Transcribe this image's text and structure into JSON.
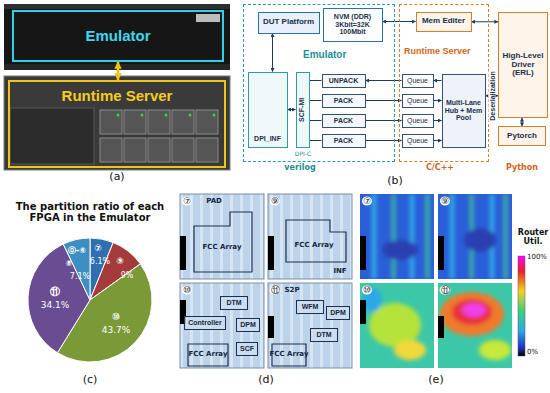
{
  "diagram": {
    "nodes": [
      {
        "text": [
          "Emulator"
        ]
      },
      {
        "text": [
          "Runtime Server"
        ]
      },
      {
        "text": [
          "Emulator"
        ]
      },
      {
        "text": [
          "DUT Platform"
        ],
        "in": 2
      },
      {
        "text": [
          "NVM (DDR) 3Kbit=32K 100Mbit"
        ],
        "in": 2
      },
      {
        "text": [
          "DPI_INF"
        ],
        "in": 2
      },
      {
        "text": [
          "SCF-MI"
        ],
        "in": 2
      },
      {
        "text": [
          "UNPACK"
        ],
        "in": 2
      },
      {
        "text": [
          "PACK"
        ],
        "in": 2
      },
      {
        "text": [
          "PACK"
        ],
        "in": 2
      },
      {
        "text": [
          "PACK"
        ],
        "in": 2
      },
      {
        "text": [
          "Runtime Server"
        ]
      },
      {
        "text": [
          "Mem Editer"
        ],
        "in": 11
      },
      {
        "text": [
          "Queue"
        ],
        "in": 11
      },
      {
        "text": [
          "Queue"
        ],
        "in": 11
      },
      {
        "text": [
          "Queue"
        ],
        "in": 11
      },
      {
        "text": [
          "Queue"
        ],
        "in": 11
      },
      {
        "text": [
          "Multi-Lane Hub + Mem Pool"
        ],
        "in": 11
      },
      {
        "text": [
          "High-Level Driver (ERL)"
        ]
      },
      {
        "text": [
          "Pytorch"
        ]
      },
      {
        "text": [
          "DTM"
        ]
      },
      {
        "text": [
          "Controller"
        ]
      },
      {
        "text": [
          "DPM"
        ]
      },
      {
        "text": [
          "SCF"
        ]
      },
      {
        "text": [
          "WFM"
        ]
      },
      {
        "text": [
          "DPM"
        ]
      },
      {
        "text": [
          "DTM"
        ]
      }
    ],
    "edges": [
      {
        "from": 0,
        "to": 1,
        "arrow": "both"
      },
      {
        "from": 3,
        "to": 5,
        "arrow": "both"
      },
      {
        "from": 4,
        "to": 12,
        "arrow": "both"
      },
      {
        "from": 5,
        "to": 6,
        "arrow": "both"
      },
      {
        "from": 6,
        "to": 7,
        "arrow": "none"
      },
      {
        "from": 6,
        "to": 8,
        "arrow": "none"
      },
      {
        "from": 6,
        "to": 9,
        "arrow": "none"
      },
      {
        "from": 6,
        "to": 10,
        "arrow": "none"
      },
      {
        "from": 13,
        "to": 7,
        "arrow": "to"
      },
      {
        "from": 8,
        "to": 14,
        "arrow": "to"
      },
      {
        "from": 9,
        "to": 15,
        "arrow": "to"
      },
      {
        "from": 10,
        "to": 16,
        "arrow": "to"
      },
      {
        "from": 17,
        "to": 13,
        "arrow": "to"
      },
      {
        "from": 14,
        "to": 17,
        "arrow": "to"
      },
      {
        "from": 15,
        "to": 17,
        "arrow": "to"
      },
      {
        "from": 16,
        "to": 17,
        "arrow": "to"
      },
      {
        "from": 12,
        "to": 18,
        "arrow": "both"
      },
      {
        "from": 17,
        "to": 18,
        "label": "Deserialization",
        "arrow": "both"
      },
      {
        "from": 18,
        "to": 19,
        "arrow": "both"
      }
    ],
    "labels": [
      "(a)",
      "verilog",
      "C/C++",
      "Python",
      "DPI-C",
      "(b)",
      "The partition ratio of each FPGA in the Emulator",
      "⑦",
      "6.1%",
      "⑨",
      "9%",
      "⑩",
      "43.7%",
      "⑪",
      "34.1%",
      "⓪-⑥",
      "⑧",
      "7.1%",
      "(c)",
      "⑦",
      "PAD",
      "FCC Array",
      "⑨",
      "FCC Array",
      "INF",
      "⑩",
      "FCC Array",
      "⑪",
      "S2P",
      "FCC Array",
      "(d)",
      "⑦",
      "⑨",
      "⑩",
      "⑪",
      "Router Util.",
      "100%",
      "0%",
      "(e)"
    ]
  }
}
